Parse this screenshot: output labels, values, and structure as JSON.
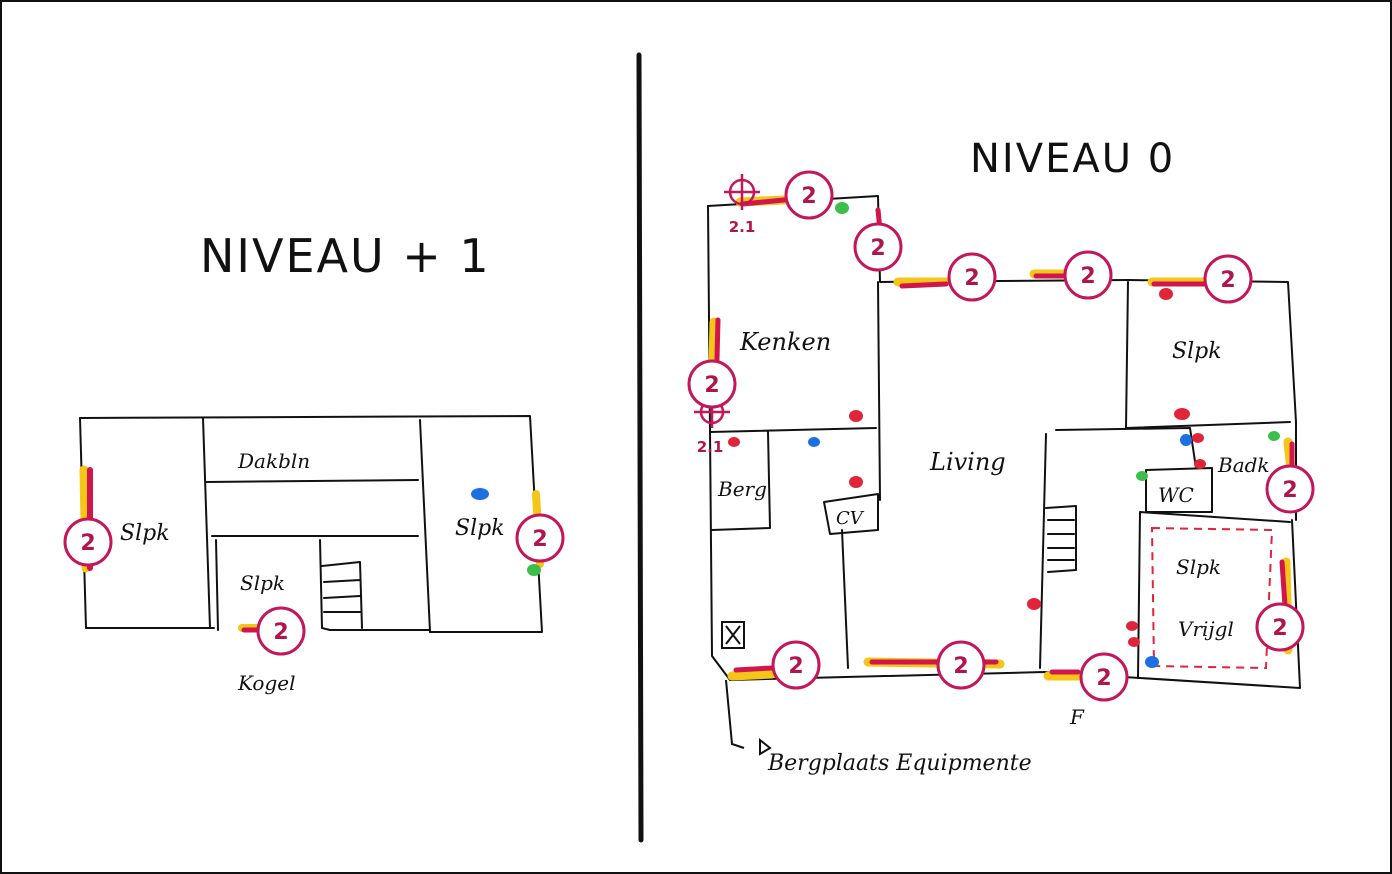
{
  "colors": {
    "ink": "#111111",
    "badge": "#c2185b",
    "highlight_yellow": "#f5c518",
    "highlight_red": "#d1154d",
    "dot_red": "#e0243a",
    "dot_blue": "#1e6fe0",
    "dot_green": "#3cbf4a"
  },
  "left_plan": {
    "title": "NIVEAU + 1",
    "rooms": [
      "Slpk",
      "Dakbln",
      "Slpk",
      "Slpk"
    ],
    "rooms_note": "label under plan",
    "under_label": "Kogel",
    "badges": [
      "2",
      "2",
      "2"
    ]
  },
  "right_plan": {
    "title": "NIVEAU 0",
    "rooms": [
      "Kenken",
      "Living",
      "Slpk",
      "Berg",
      "CV",
      "Badk",
      "WC",
      "Slpk",
      "Vrijgl"
    ],
    "badges": [
      "2",
      "2",
      "2",
      "2",
      "2",
      "2",
      "2",
      "2",
      "2",
      "2"
    ],
    "sub_badges": [
      "2.1",
      "2.1"
    ],
    "annotation": "Bergplaats Equipmente",
    "door_mark": "F"
  }
}
